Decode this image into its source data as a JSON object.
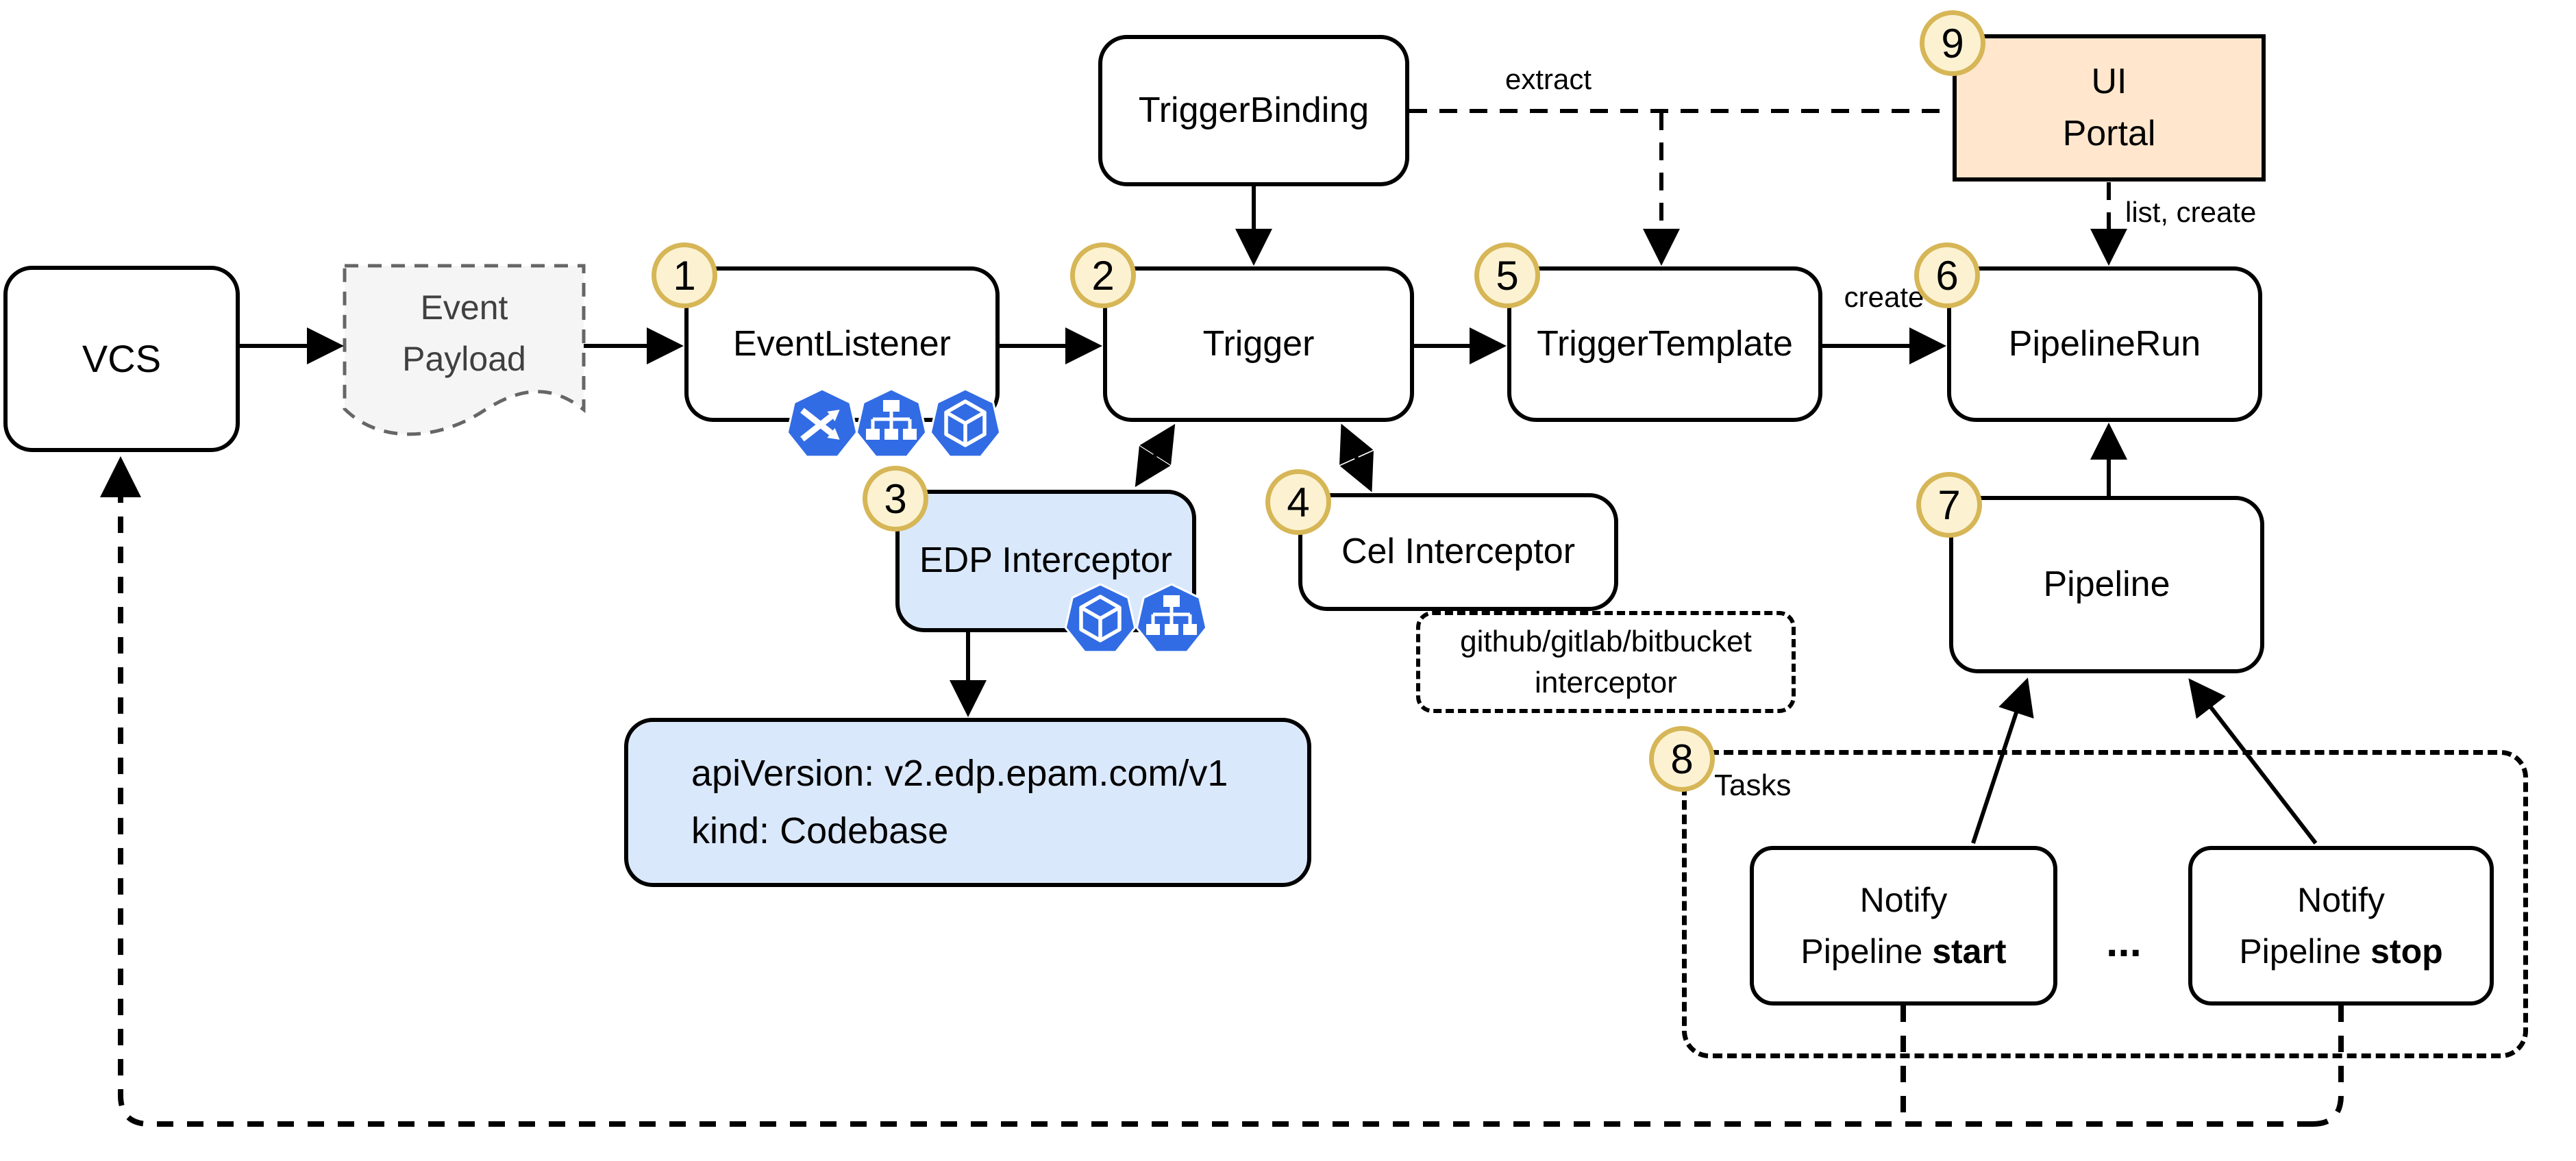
{
  "diagram": {
    "nodes": {
      "vcs": {
        "label": "VCS"
      },
      "event_payload": {
        "line1": "Event",
        "line2": "Payload"
      },
      "event_listener": {
        "label": "EventListener",
        "badge": "1"
      },
      "trigger_binding": {
        "label": "TriggerBinding"
      },
      "trigger": {
        "label": "Trigger",
        "badge": "2"
      },
      "edp_interceptor": {
        "label": "EDP Interceptor",
        "badge": "3"
      },
      "cel_interceptor": {
        "label": "Cel Interceptor",
        "badge": "4"
      },
      "github_interceptor": {
        "line1": "github/gitlab/bitbucket",
        "line2": "interceptor"
      },
      "codebase_resource": {
        "line1": "apiVersion: v2.edp.epam.com/v1",
        "line2": "kind: Codebase"
      },
      "trigger_template": {
        "label": "TriggerTemplate",
        "badge": "5"
      },
      "pipeline_run": {
        "label": "PipelineRun",
        "badge": "6"
      },
      "pipeline": {
        "label": "Pipeline",
        "badge": "7"
      },
      "tasks_group": {
        "label": "Tasks",
        "badge": "8"
      },
      "notify_start": {
        "line1": "Notify",
        "line2": "Pipeline ",
        "line2_bold": "start"
      },
      "notify_stop": {
        "line1": "Notify",
        "line2": "Pipeline ",
        "line2_bold": "stop"
      },
      "ellipsis": "...",
      "ui_portal": {
        "line1": "UI",
        "line2": "Portal",
        "badge": "9"
      }
    },
    "edge_labels": {
      "extract": "extract",
      "create": "create",
      "list_create": "list, create"
    },
    "icons": {
      "event_listener": [
        "k8s-crossed-arrows-icon",
        "k8s-hierarchy-icon",
        "k8s-pod-icon"
      ],
      "edp_interceptor": [
        "k8s-pod-icon",
        "k8s-hierarchy-icon"
      ]
    },
    "colors": {
      "badge_fill": "#FCF2D2",
      "badge_border": "#D6B656",
      "blue_fill": "#DAE8FC",
      "orange_fill": "#FFE6CC",
      "payload_fill": "#F5F5F5",
      "payload_border": "#666666",
      "k8s_blue": "#326CE5",
      "line": "#000000"
    }
  }
}
